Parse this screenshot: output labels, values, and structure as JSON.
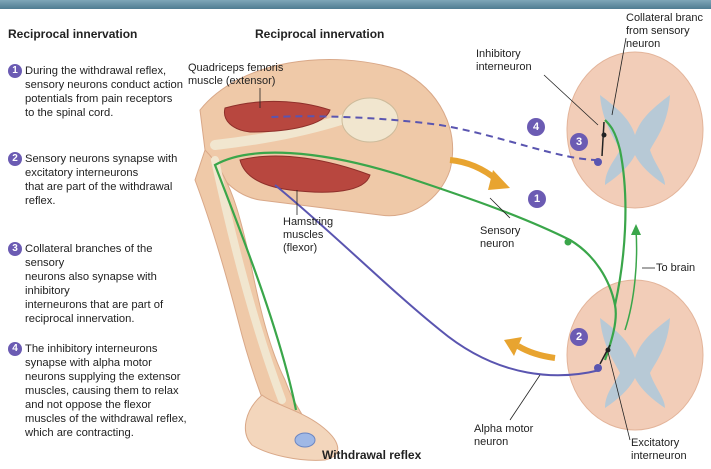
{
  "left_heading": "Reciprocal innervation",
  "center_heading": "Reciprocal innervation",
  "steps": [
    {
      "num": "1",
      "text": "During the withdrawal reflex,\nsensory neurons conduct action\npotentials from pain receptors\nto                  the spinal cord."
    },
    {
      "num": "2",
      "text": "Sensory neurons synapse with\nexcitatory interneurons\nthat are part of the withdrawal\nreflex."
    },
    {
      "num": "3",
      "text": "Collateral branches of the sensory\nneurons also synapse with inhibitory\ninterneurons that are part of\nreciprocal innervation."
    },
    {
      "num": "4",
      "text": "The inhibitory interneurons\nsynapse with alpha motor\nneurons supplying the extensor\nmuscles, causing them to relax\nand not oppose the flexor\nmuscles of the withdrawal reflex,\nwhich are contracting."
    }
  ],
  "labels": {
    "quadriceps": "Quadriceps femoris\nmuscle (extensor)",
    "hamstring": "Hamstring\nmuscles\n(flexor)",
    "inhibitory": "Inhibitory\ninterneuron",
    "collateral": "Collateral branc\nfrom sensory\nneuron",
    "sensory": "Sensory\nneuron",
    "to_brain": "To brain",
    "alpha": "Alpha motor\nneuron",
    "excitatory": "Excitatory\ninterneuron",
    "withdrawal": "Withdrawal reflex"
  },
  "circle_numbers": {
    "n4": "4",
    "n3": "3",
    "n1": "1",
    "n2": "2"
  },
  "colors": {
    "sensory_neuron": "#3aa64a",
    "motor_neuron": "#5a55b0",
    "arrow": "#e8a430",
    "spinal_cord": "#f2cdb8",
    "gray_matter": "#b7c9d6",
    "skin": "#efc9a8",
    "muscle": "#b8473f",
    "bone": "#f1e6cf"
  }
}
